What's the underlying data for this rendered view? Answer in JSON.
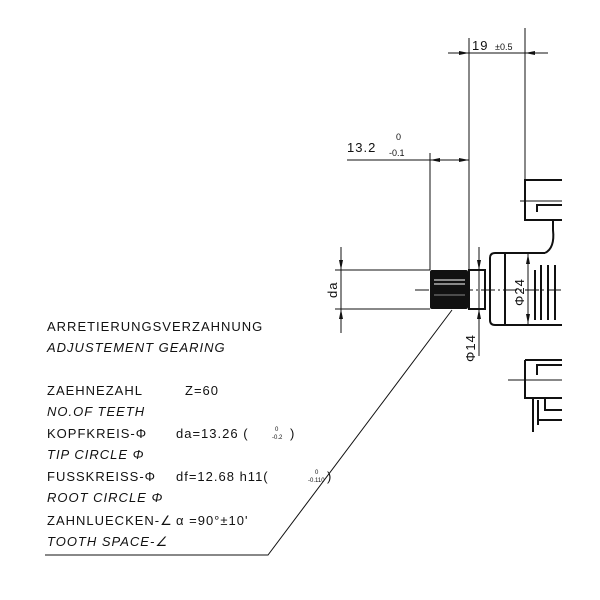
{
  "dimensions": {
    "overall_length": {
      "value": "19",
      "tol": "±0.5"
    },
    "gear_offset": {
      "value": "13.2",
      "tol_upper": "0",
      "tol_lower": "-0.1"
    },
    "tip_dia_label": "da",
    "flange_dia": "Φ24",
    "shaft_dia": "Φ14"
  },
  "spec": {
    "title_de": "ARRETIERUNGSVERZAHNUNG",
    "title_en": "ADJUSTEMENT GEARING",
    "rows": [
      {
        "label_de": "ZAEHNEZAHL",
        "label_en": "NO.OF TEETH",
        "value": "Z=60"
      },
      {
        "label_de": "KOPFKREIS-Φ",
        "label_en": "TIP CIRCLE Φ",
        "value": "da=13.26 (",
        "tol_upper": "0",
        "tol_lower": "-0.2",
        "value_end": ")"
      },
      {
        "label_de": "FUSSKREISS-Φ",
        "label_en": "ROOT CIRCLE Φ",
        "value": "df=12.68 h11(",
        "tol_upper": "0",
        "tol_lower": "-0.110",
        "value_end": ")"
      },
      {
        "label_de": "ZAHNLUECKEN-∠",
        "label_en": "TOOTH SPACE-∠",
        "value": "α =90°±10'"
      }
    ]
  }
}
